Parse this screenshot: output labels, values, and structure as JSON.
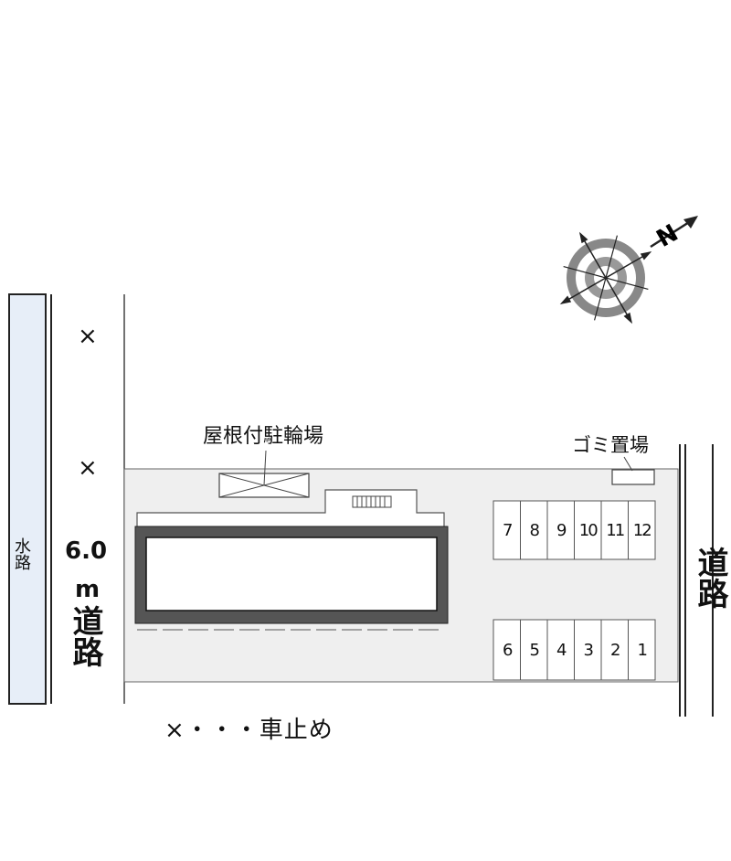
{
  "labels": {
    "water_channel": "水路",
    "left_road_width": "6.0",
    "left_road_unit": "m",
    "left_road": "道路",
    "right_road": "道路",
    "bicycle_shed": "屋根付駐輪場",
    "garbage_area": "ゴミ置場",
    "legend": "×・・・車止め",
    "north": "N"
  },
  "car_stop_markers": [
    "×",
    "×"
  ],
  "parking_slots": {
    "top_row": [
      "7",
      "8",
      "9",
      "10",
      "11",
      "12"
    ],
    "bottom_row": [
      "6",
      "5",
      "4",
      "3",
      "2",
      "1"
    ]
  },
  "colors": {
    "lot": "#efefef",
    "water": "#e7eef8",
    "building_frame": "#555555",
    "line": "#333333"
  }
}
